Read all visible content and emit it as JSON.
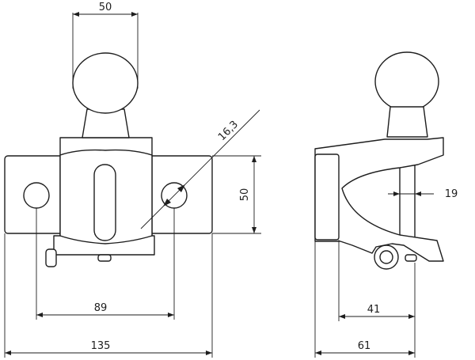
{
  "drawing": {
    "dimensions": {
      "ball_diameter": "50",
      "hole_diameter": "16,3",
      "plate_height": "50",
      "hole_spacing": "89",
      "plate_width": "135",
      "side_gap": "19",
      "side_depth": "41",
      "side_total": "61"
    },
    "colors": {
      "line": "#1e1e1e",
      "background": "#ffffff"
    }
  }
}
